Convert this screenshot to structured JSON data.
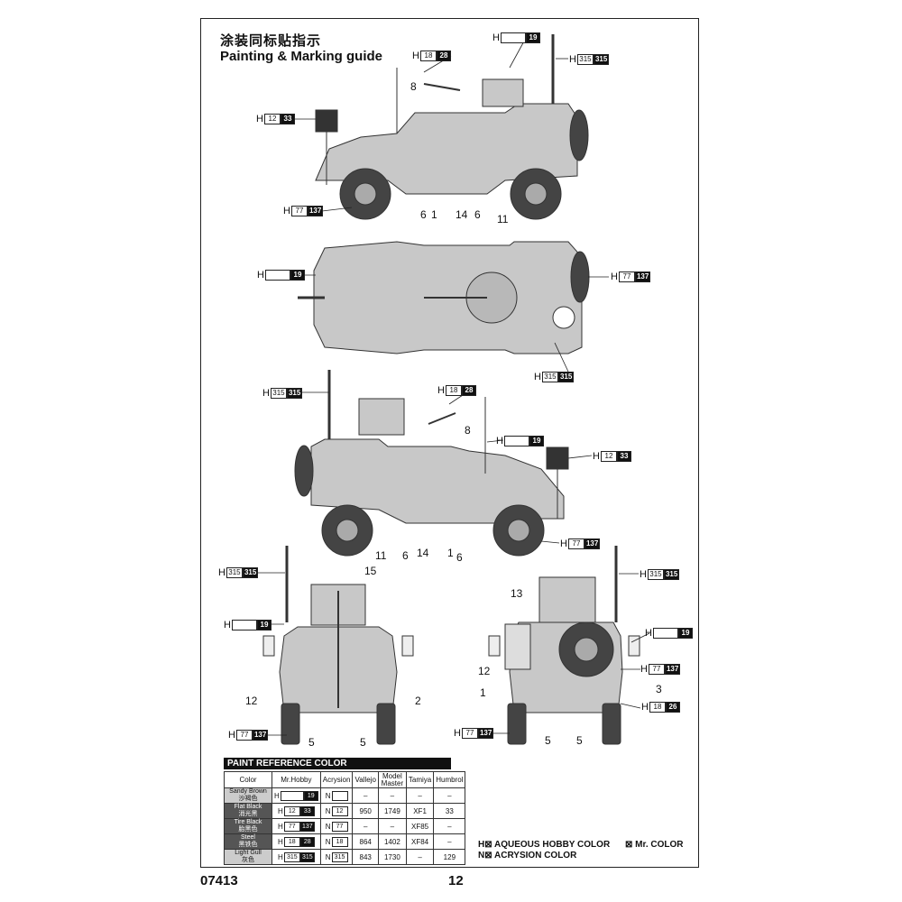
{
  "title_cn": "涂装同标贴指示",
  "title_en": "Painting & Marking guide",
  "footer": {
    "product_code": "07413",
    "page_number": "12"
  },
  "callouts": {
    "sandy": {
      "h": "H",
      "a": "",
      "b": "19"
    },
    "flat_black": {
      "h": "H",
      "a": "12",
      "b": "33"
    },
    "tire_black": {
      "h": "H",
      "a": "77",
      "b": "137"
    },
    "steel": {
      "h": "H",
      "a": "18",
      "b": "28"
    },
    "gull": {
      "h": "H",
      "a": "315",
      "b": "315"
    },
    "steel_26": {
      "h": "H",
      "a": "18",
      "b": "26"
    }
  },
  "part_numbers": {
    "n1": "1",
    "n2": "2",
    "n3": "3",
    "n5": "5",
    "n6": "6",
    "n8": "8",
    "n11": "11",
    "n12": "12",
    "n13": "13",
    "n14": "14",
    "n15": "15"
  },
  "reference": {
    "header": "PAINT  REFERENCE COLOR",
    "columns": [
      "Color",
      "Mr.Hobby",
      "Acrysion",
      "Vallejo",
      "Model Master",
      "Tamiya",
      "Humbrol"
    ],
    "rows": [
      {
        "en": "Sandy Brown",
        "cn": "沙褐色",
        "h_a": "",
        "h_b": "19",
        "n": "N",
        "n_box": "",
        "vallejo": "–",
        "mm": "–",
        "tamiya": "–",
        "humbrol": "–"
      },
      {
        "en": "Flat Black",
        "cn": "消光黑",
        "h_a": "12",
        "h_b": "33",
        "n": "N",
        "n_box": "12",
        "vallejo": "950",
        "mm": "1749",
        "tamiya": "XF1",
        "humbrol": "33"
      },
      {
        "en": "Tire Black",
        "cn": "胎黑色",
        "h_a": "77",
        "h_b": "137",
        "n": "N",
        "n_box": "77",
        "vallejo": "–",
        "mm": "–",
        "tamiya": "XF85",
        "humbrol": "–"
      },
      {
        "en": "Steel",
        "cn": "黑铁色",
        "h_a": "18",
        "h_b": "28",
        "n": "N",
        "n_box": "18",
        "vallejo": "864",
        "mm": "1402",
        "tamiya": "XF84",
        "humbrol": "–"
      },
      {
        "en": "Light Gull",
        "cn": "灰色",
        "h_a": "315",
        "h_b": "315",
        "n": "N",
        "n_box": "315",
        "vallejo": "843",
        "mm": "1730",
        "tamiya": "–",
        "humbrol": "129"
      }
    ]
  },
  "legend": {
    "h_line": "H⊠  AQUEOUS HOBBY COLOR",
    "mr_line": "⊠  Mr. COLOR",
    "n_line": "N⊠  ACRYSION COLOR"
  }
}
